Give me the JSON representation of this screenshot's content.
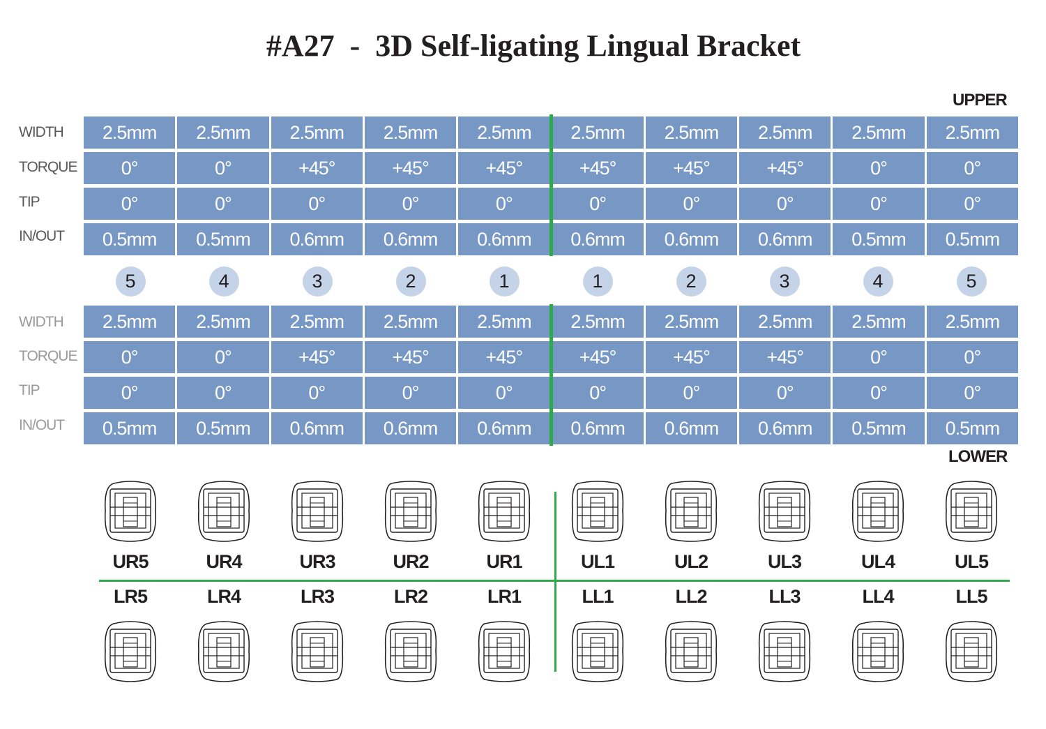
{
  "title": "#A27  -  3D Self-ligating Lingual Bracket",
  "upper_label": "UPPER",
  "lower_label": "LOWER",
  "row_labels": [
    "WIDTH",
    "TORQUE",
    "TIP",
    "IN/OUT"
  ],
  "upper_table": [
    [
      "2.5mm",
      "2.5mm",
      "2.5mm",
      "2.5mm",
      "2.5mm",
      "2.5mm",
      "2.5mm",
      "2.5mm",
      "2.5mm",
      "2.5mm"
    ],
    [
      "0°",
      "0°",
      "+45°",
      "+45°",
      "+45°",
      "+45°",
      "+45°",
      "+45°",
      "0°",
      "0°"
    ],
    [
      "0°",
      "0°",
      "0°",
      "0°",
      "0°",
      "0°",
      "0°",
      "0°",
      "0°",
      "0°"
    ],
    [
      "0.5mm",
      "0.5mm",
      "0.6mm",
      "0.6mm",
      "0.6mm",
      "0.6mm",
      "0.6mm",
      "0.6mm",
      "0.5mm",
      "0.5mm"
    ]
  ],
  "tooth_numbers": [
    "5",
    "4",
    "3",
    "2",
    "1",
    "1",
    "2",
    "3",
    "4",
    "5"
  ],
  "lower_table": [
    [
      "2.5mm",
      "2.5mm",
      "2.5mm",
      "2.5mm",
      "2.5mm",
      "2.5mm",
      "2.5mm",
      "2.5mm",
      "2.5mm",
      "2.5mm"
    ],
    [
      "0°",
      "0°",
      "+45°",
      "+45°",
      "+45°",
      "+45°",
      "+45°",
      "+45°",
      "0°",
      "0°"
    ],
    [
      "0°",
      "0°",
      "0°",
      "0°",
      "0°",
      "0°",
      "0°",
      "0°",
      "0°",
      "0°"
    ],
    [
      "0.5mm",
      "0.5mm",
      "0.6mm",
      "0.6mm",
      "0.6mm",
      "0.6mm",
      "0.6mm",
      "0.6mm",
      "0.5mm",
      "0.5mm"
    ]
  ],
  "upper_teeth": [
    "UR5",
    "UR4",
    "UR3",
    "UR2",
    "UR1",
    "UL1",
    "UL2",
    "UL3",
    "UL4",
    "UL5"
  ],
  "lower_teeth": [
    "LR5",
    "LR4",
    "LR3",
    "LR2",
    "LR1",
    "LL1",
    "LL2",
    "LL3",
    "LL4",
    "LL5"
  ],
  "colors": {
    "cell": "#7797c5",
    "circle": "#c5d3e8",
    "divider": "#2eaa4a",
    "text": "#231f20"
  }
}
